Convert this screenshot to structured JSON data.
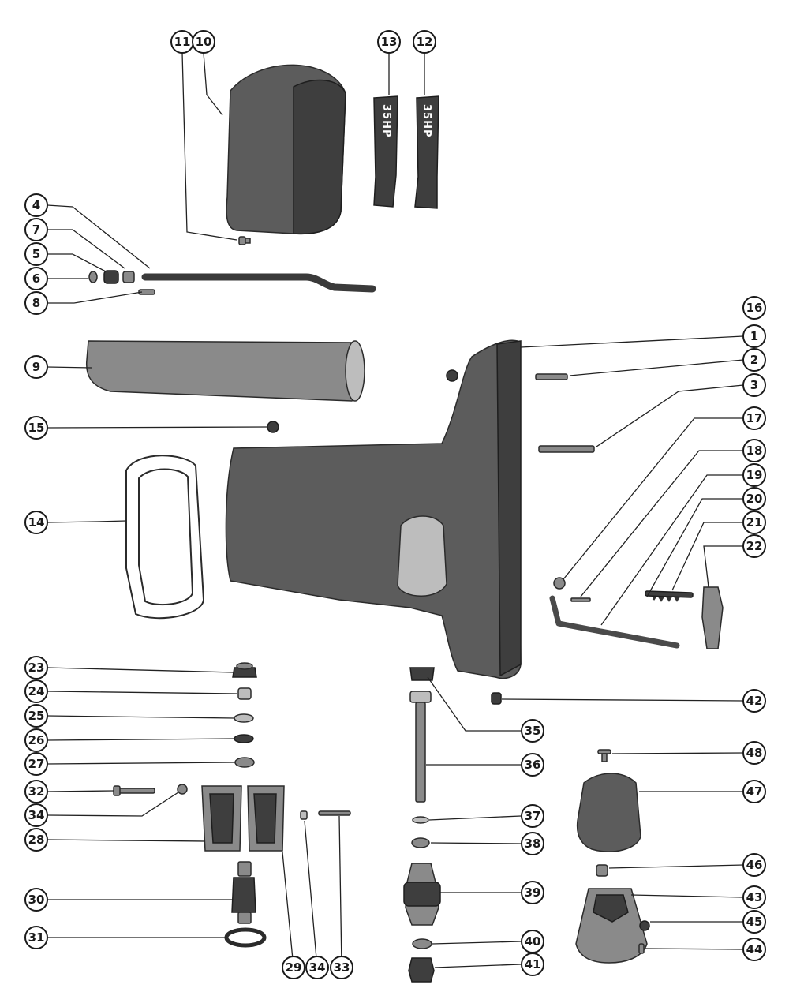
{
  "callouts": [
    {
      "label": "1"
    },
    {
      "label": "2"
    },
    {
      "label": "3"
    },
    {
      "label": "4"
    },
    {
      "label": "5"
    },
    {
      "label": "6"
    },
    {
      "label": "7"
    },
    {
      "label": "8"
    },
    {
      "label": "9"
    },
    {
      "label": "10"
    },
    {
      "label": "11"
    },
    {
      "label": "12"
    },
    {
      "label": "13"
    },
    {
      "label": "14"
    },
    {
      "label": "15"
    },
    {
      "label": "16"
    },
    {
      "label": "17"
    },
    {
      "label": "18"
    },
    {
      "label": "19"
    },
    {
      "label": "20"
    },
    {
      "label": "21"
    },
    {
      "label": "22"
    },
    {
      "label": "23"
    },
    {
      "label": "24"
    },
    {
      "label": "25"
    },
    {
      "label": "26"
    },
    {
      "label": "27"
    },
    {
      "label": "28"
    },
    {
      "label": "29"
    },
    {
      "label": "30"
    },
    {
      "label": "31"
    },
    {
      "label": "32"
    },
    {
      "label": "33"
    },
    {
      "label": "34"
    },
    {
      "label": "34"
    },
    {
      "label": "35"
    },
    {
      "label": "36"
    },
    {
      "label": "37"
    },
    {
      "label": "38"
    },
    {
      "label": "39"
    },
    {
      "label": "40"
    },
    {
      "label": "41"
    },
    {
      "label": "42"
    },
    {
      "label": "43"
    },
    {
      "label": "44"
    },
    {
      "label": "45"
    },
    {
      "label": "46"
    },
    {
      "label": "47"
    },
    {
      "label": "48"
    }
  ],
  "decals": {
    "decal_13_text": "35HP",
    "decal_12_text": "35HP"
  },
  "colors": {
    "ink": "#1a1a1a",
    "part_dark": "#3e3e3e",
    "part_mid": "#8a8a8a",
    "paper": "#ffffff"
  }
}
